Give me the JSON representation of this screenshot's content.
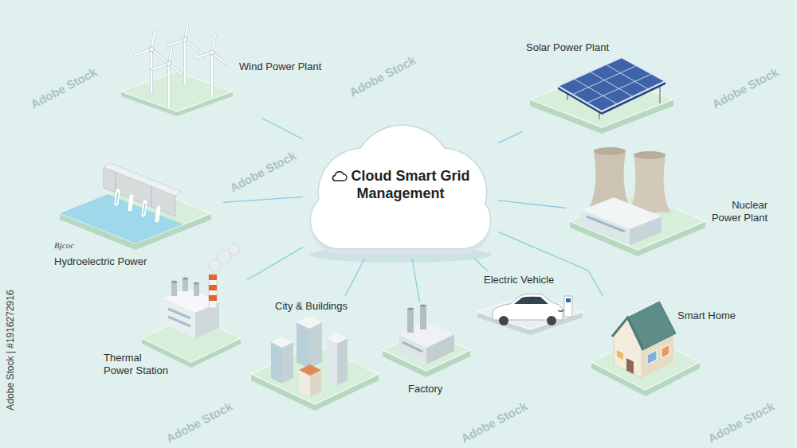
{
  "diagram": {
    "nodes": [
      {
        "text": [
          "Wind Power Plant"
        ]
      },
      {
        "text": [
          "Solar Power Plant"
        ]
      },
      {
        "text": [
          "Cloud Smart Grid Management"
        ]
      },
      {
        "text": [
          "Hydroelectric Power"
        ]
      },
      {
        "text": [
          "Nuclear Power Plant"
        ]
      },
      {
        "text": [
          "Electric Vehicle"
        ]
      },
      {
        "text": [
          "City & Buildings"
        ]
      },
      {
        "text": [
          "Smart Home"
        ]
      },
      {
        "text": [
          "Thermal Power Station"
        ]
      },
      {
        "text": [
          "Factory"
        ]
      }
    ],
    "edges": [
      {
        "from": 2,
        "to": 0,
        "arrow": "none"
      },
      {
        "from": 2,
        "to": 1,
        "arrow": "none"
      },
      {
        "from": 2,
        "to": 3,
        "arrow": "none"
      },
      {
        "from": 2,
        "to": 4,
        "arrow": "none"
      },
      {
        "from": 2,
        "to": 5,
        "arrow": "none"
      },
      {
        "from": 2,
        "to": 6,
        "arrow": "none"
      },
      {
        "from": 2,
        "to": 7,
        "arrow": "none"
      },
      {
        "from": 2,
        "to": 8,
        "arrow": "none"
      },
      {
        "from": 2,
        "to": 9,
        "arrow": "none"
      }
    ],
    "labels": [
      "Adobe Stock | #1916272916",
      "Bjcoc",
      "Adobe Stock",
      "Adobe Stock",
      "Adobe Stock",
      "Adobe Stock",
      "Adobe Stock",
      "Adobe Stock",
      "Adobe Stock"
    ]
  }
}
